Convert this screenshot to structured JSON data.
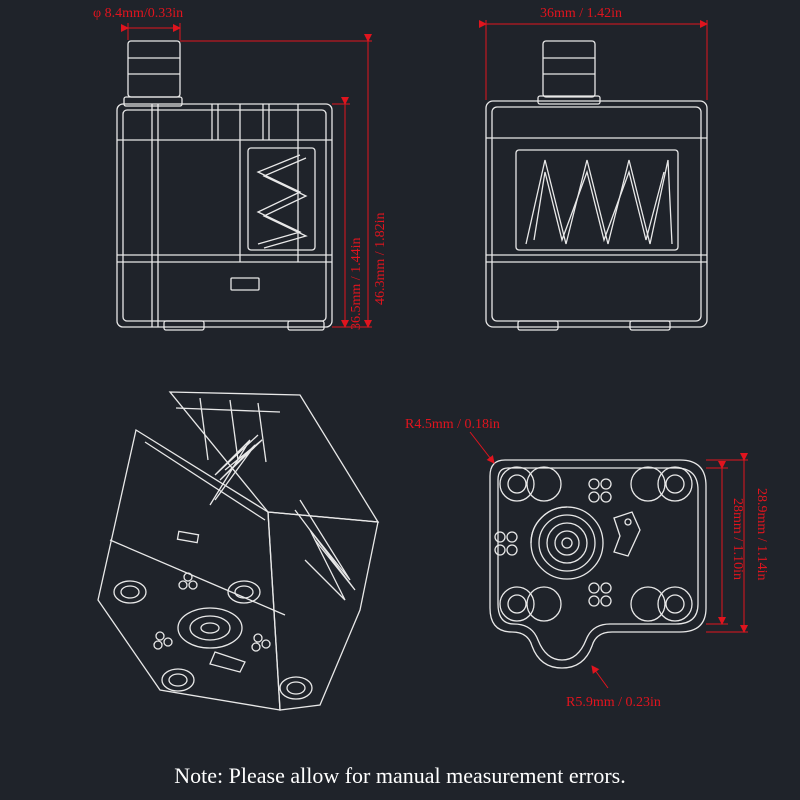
{
  "dimensions": {
    "nozzle_diameter": "φ 8.4mm/0.33in",
    "width": "36mm / 1.42in",
    "body_height": "36.5mm / 1.44in",
    "total_height": "46.3mm / 1.82in",
    "corner_radius": "R4.5mm / 0.18in",
    "base_height_outer": "28.9mm / 1.14in",
    "base_height_inner": "28mm / 1.10in",
    "notch_radius": "R5.9mm / 0.23in"
  },
  "note": "Note: Please allow for manual measurement errors.",
  "colors": {
    "background": "#1f232a",
    "drawing_line": "#e8e8e8",
    "dimension": "#e0141e",
    "note_text": "#ffffff"
  }
}
